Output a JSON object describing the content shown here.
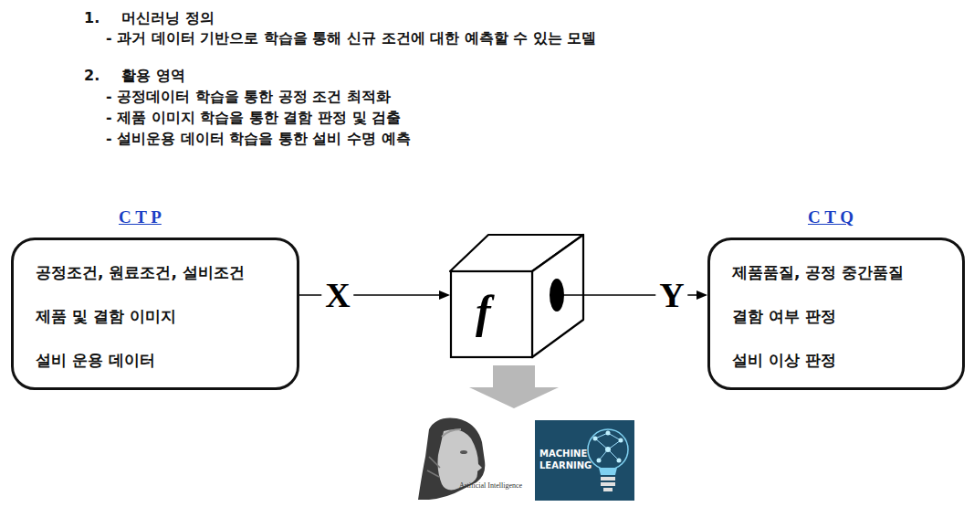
{
  "diagram": {
    "nodes": [
      {
        "text": [
          "C T P",
          "공정조건, 원료조건, 설비조건",
          "제품 및 결함 이미지",
          "설비 운용 데이터"
        ]
      },
      {
        "text": [
          "f"
        ]
      },
      {
        "text": [
          "C T Q",
          "제품품질, 공정 중간품질",
          "결함 여부 판정",
          "설비 이상 판정"
        ]
      },
      {
        "text": [
          "MACHINE LEARNING"
        ]
      }
    ],
    "edges": [
      {
        "from": 0,
        "to": 1,
        "label": "X",
        "arrow": "to"
      },
      {
        "from": 1,
        "to": 2,
        "label": "Y",
        "arrow": "to"
      }
    ],
    "labels": [
      "1.",
      "머신러닝 정의",
      "- 과거 데이터 기반으로 학습을 통해 신규 조건에 대한 예측할 수 있는 모델",
      "2.",
      "활용 영역",
      "- 공정데이터 학습을 통한 공정 조건 최적화",
      "- 제품 이미지 학습을 통한 결함 판정 및 검출",
      "- 설비운용 데이터 학습을 통한 설비 수명 예측",
      "Artificial Intelligence"
    ]
  }
}
